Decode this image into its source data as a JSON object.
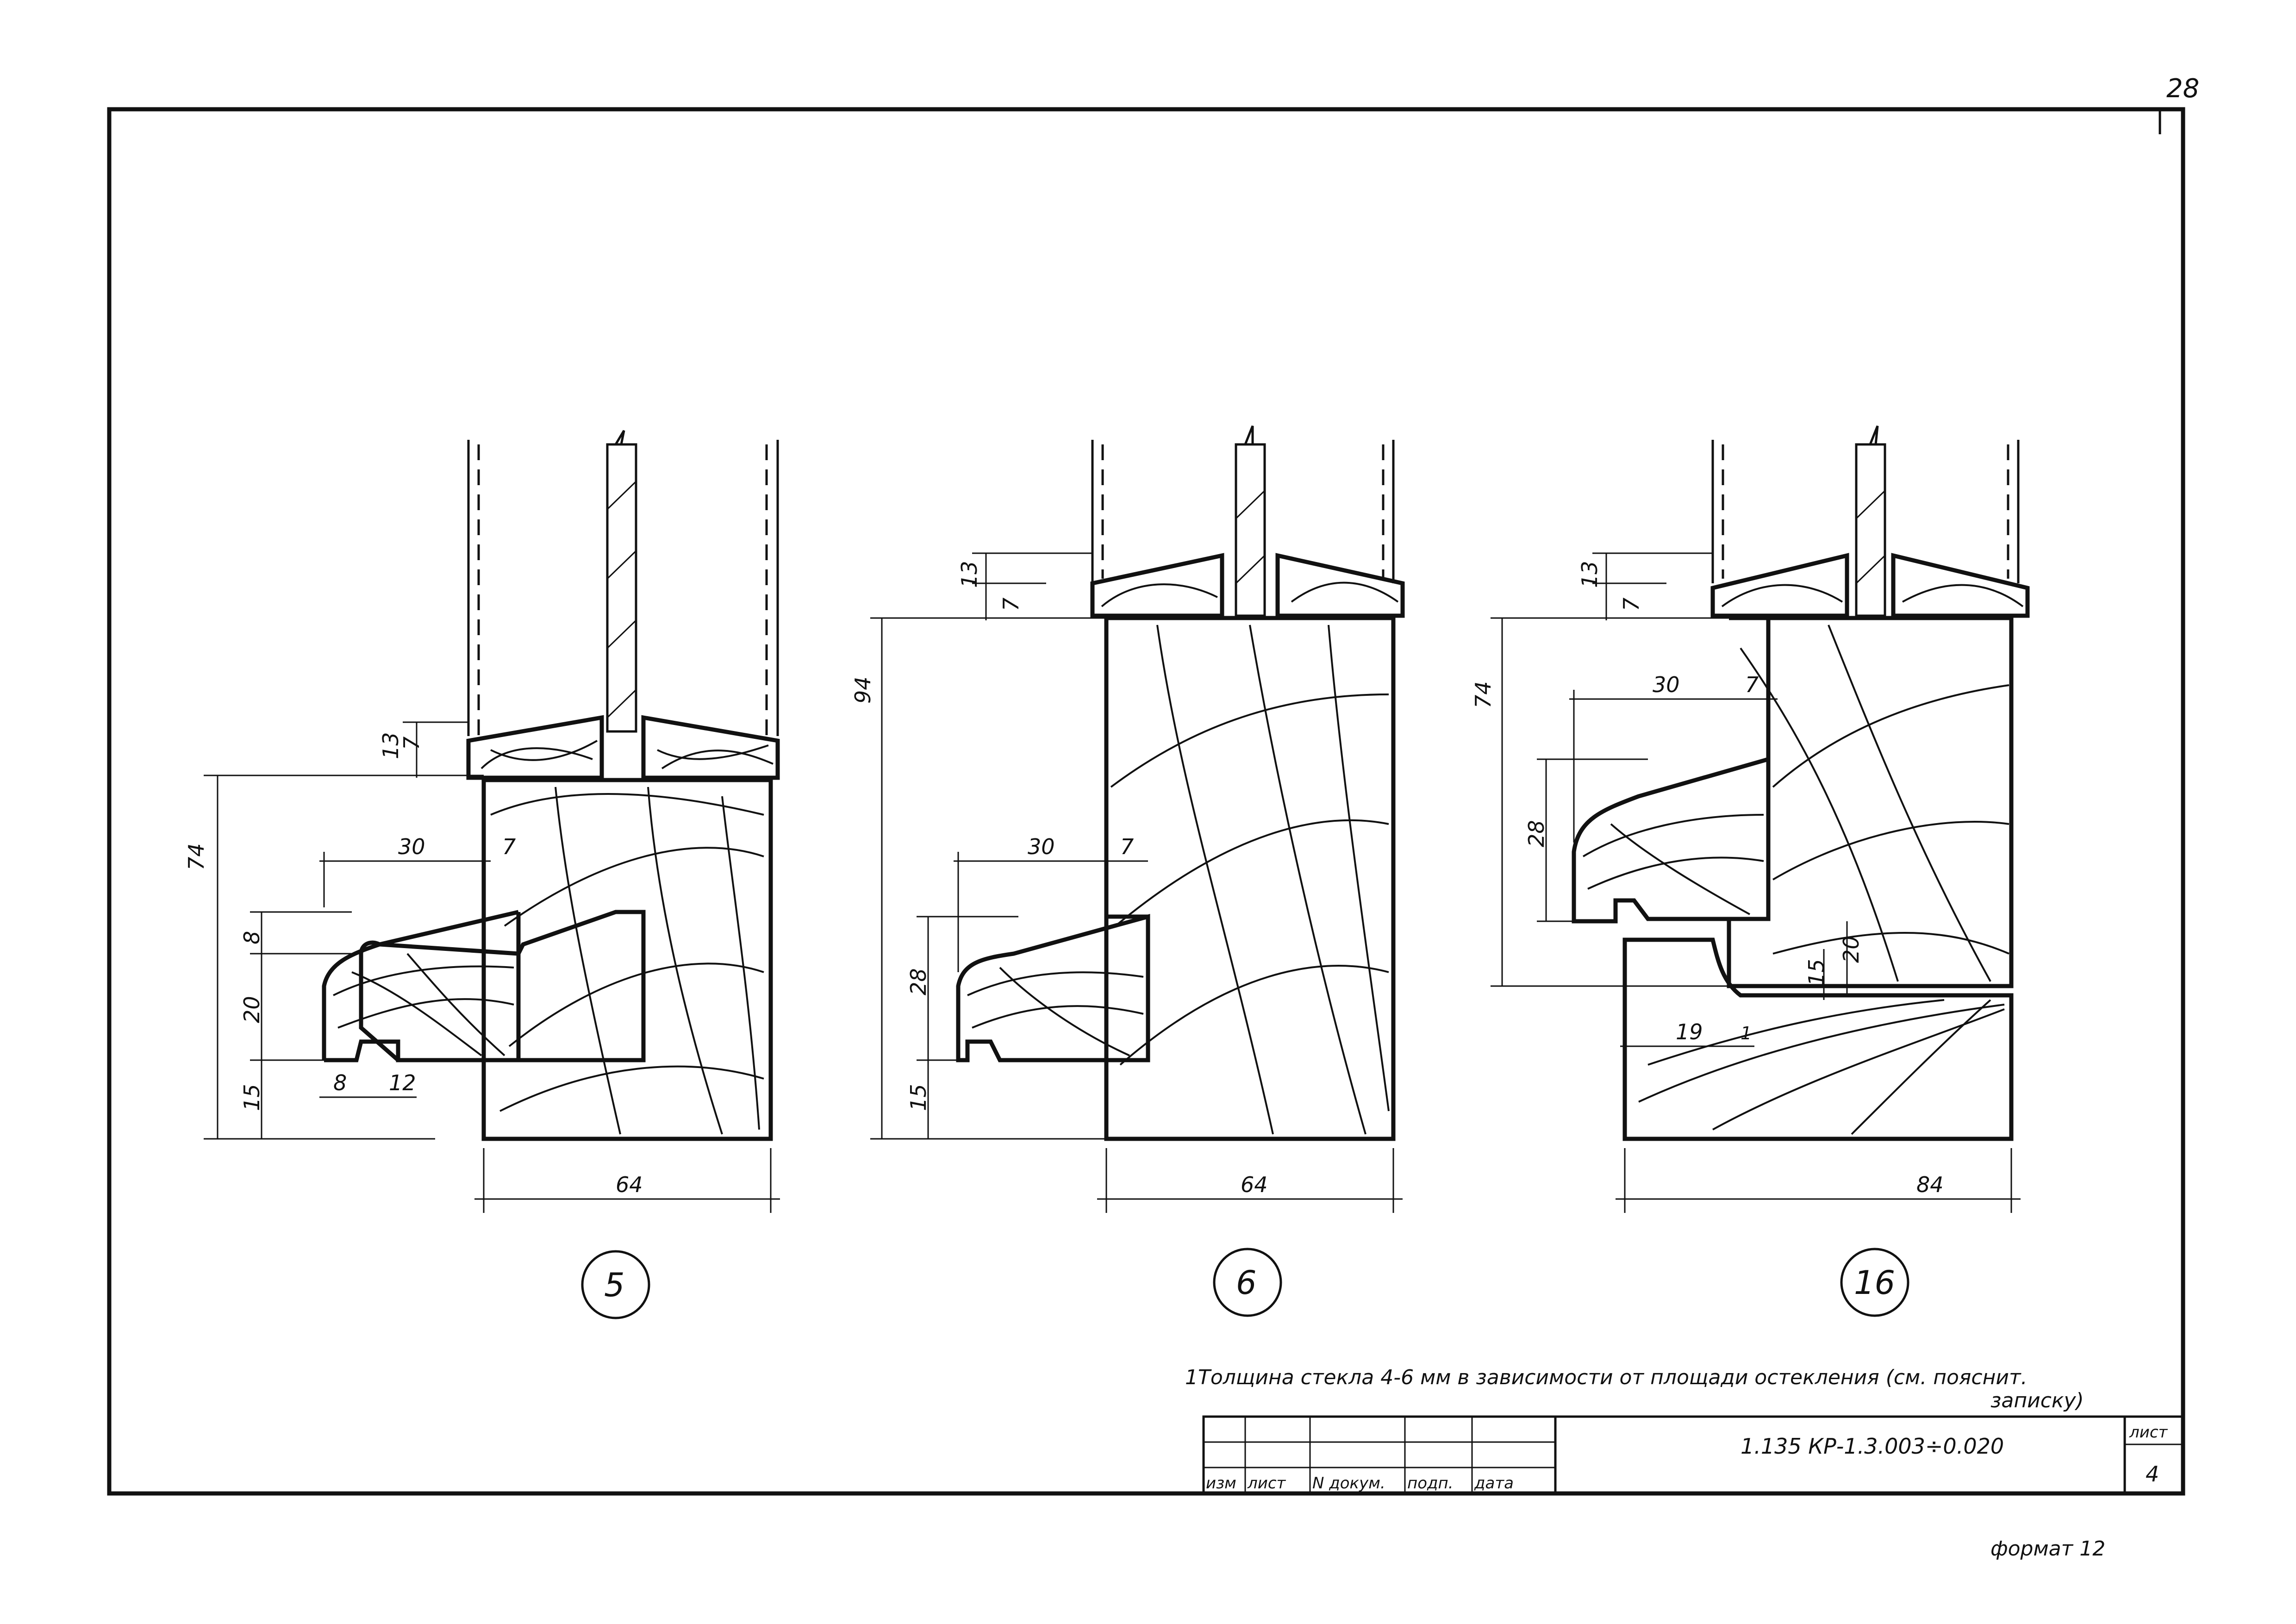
{
  "sheet_number_corner": "28",
  "details": [
    {
      "id": "5",
      "dims": {
        "overall_height": "74",
        "top": "13",
        "glass": "7",
        "width_bottom": "64",
        "nose": "30",
        "nose_gap": "7",
        "ledge_a": "8",
        "ledge_b": "20",
        "ledge_c": "15",
        "base_a": "8",
        "base_b": "12"
      }
    },
    {
      "id": "6",
      "dims": {
        "overall_height": "94",
        "top": "13",
        "glass": "7",
        "width_bottom": "64",
        "nose": "30",
        "nose_gap": "7",
        "ledge": "28",
        "base": "15"
      }
    },
    {
      "id": "16",
      "dims": {
        "overall_height": "74",
        "top": "13",
        "glass": "7",
        "width_bottom": "84",
        "nose": "30",
        "nose_gap": "7",
        "ledge": "28",
        "step_a": "20",
        "step_b": "15",
        "step_c": "19",
        "step_d": "1"
      }
    }
  ],
  "note": {
    "line1": "1Толщина стекла 4-6 мм в зависимости от площади остекления (см. пояснит.",
    "line2": "записку)"
  },
  "title_block": {
    "columns": [
      "изм",
      "лист",
      "N докум.",
      "подп.",
      "дата"
    ],
    "code": "1.135 КР-1.3.003÷0.020",
    "sheet_label": "лист",
    "sheet_number": "4"
  },
  "format": "формат 12"
}
